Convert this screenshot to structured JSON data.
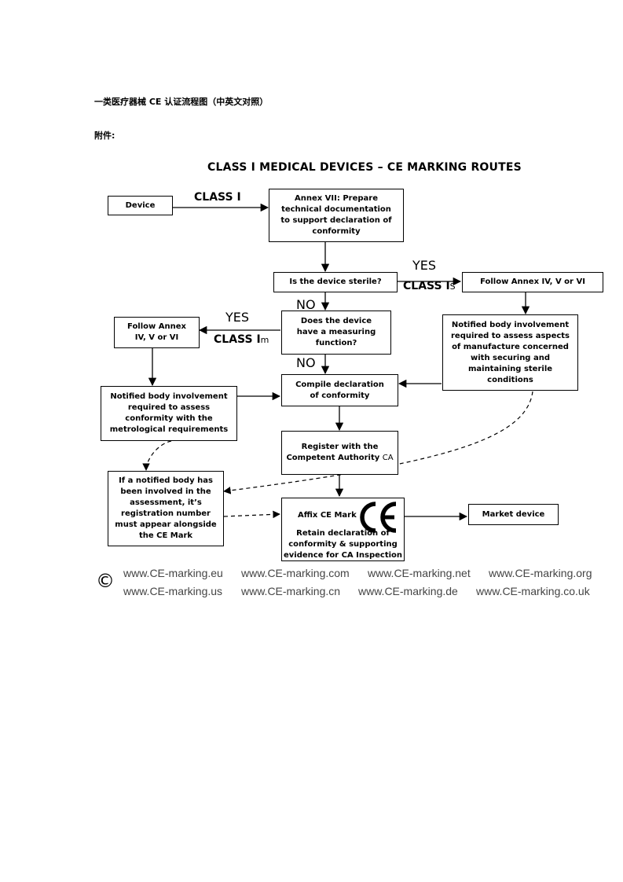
{
  "doc": {
    "heading": "一类医疗器械 CE 认证流程图（中英文对照）",
    "attachment_label": "附件:"
  },
  "diagram": {
    "title": "CLASS I MEDICAL DEVICES – CE MARKING ROUTES",
    "boxes": {
      "device": "Device",
      "annex_vii": "Annex VII: Prepare technical documentation to support declaration of conformity",
      "sterile_question": "Is the device sterile?",
      "follow_annex_right": "Follow Annex IV, V or VI",
      "measuring_question": "Does the device have a measuring function?",
      "follow_annex_left": "Follow Annex IV, V or VI",
      "notified_sterile": "Notified body involvement required to assess aspects of manufacture concerned with securing and maintaining sterile conditions",
      "compile_declaration": "Compile declaration of conformity",
      "notified_metrological": "Notified body involvement required to assess conformity with the metrological requirements",
      "register": "Register with the Competent Authority",
      "register_suffix": "CA",
      "notified_number": "If a notified body has been involved in the assessment, it’s registration number must appear alongside the CE Mark",
      "affix_ce": "Affix CE Mark",
      "retain": "Retain declaration of conformity & supporting evidence for CA Inspection",
      "market_device": "Market device"
    },
    "labels": {
      "class_i": "CLASS I",
      "yes_sterile": "YES",
      "class_is_main": "CLASS I",
      "class_is_sub": "S",
      "no_sterile": "NO",
      "yes_measuring": "YES",
      "class_im_main": "CLASS I",
      "class_im_sub": "m",
      "no_measuring": "NO"
    },
    "ce_mark_icon": "ce-mark-logo"
  },
  "footer": {
    "copyright_symbol": "©",
    "urls_row1": [
      "www.CE-marking.eu",
      "www.CE-marking.com",
      "www.CE-marking.net",
      "www.CE-marking.org"
    ],
    "urls_row2": [
      "www.CE-marking.us",
      "www.CE-marking.cn",
      "www.CE-marking.de",
      "www.CE-marking.co.uk"
    ],
    "url_color": "#444444"
  }
}
